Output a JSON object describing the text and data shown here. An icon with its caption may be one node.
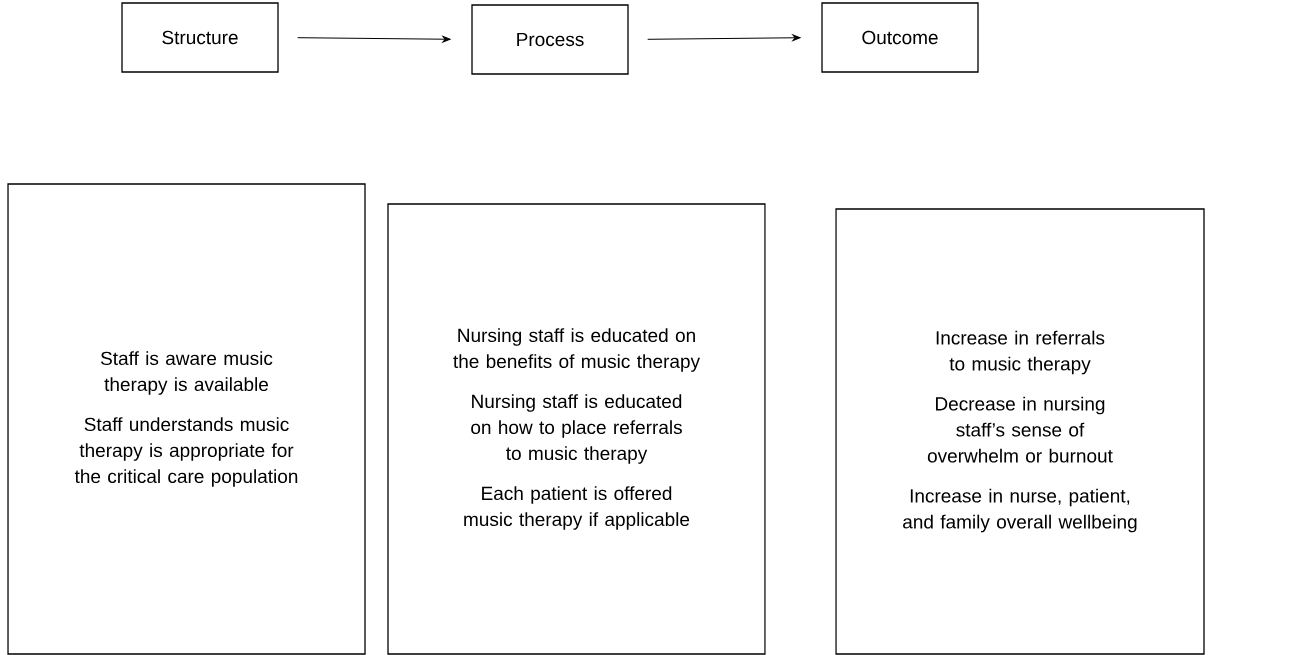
{
  "diagram": {
    "nodes": [
      {
        "text": [
          "Structure"
        ]
      },
      {
        "text": [
          "Process"
        ]
      },
      {
        "text": [
          "Outcome"
        ]
      },
      {
        "text": [
          "Staff is aware music therapy is available",
          "Staff understands music therapy is appropriate for the critical care population"
        ]
      },
      {
        "text": [
          "Nursing staff is educated on the benefits of music therapy",
          "Nursing staff is educated on how to place referrals to music therapy",
          "Each patient is offered music therapy if applicable"
        ]
      },
      {
        "text": [
          "Increase in referrals to music therapy",
          "Decrease in nursing staff’s sense of overwhelm or burnout",
          "Increase in nurse, patient, and family overall wellbeing"
        ]
      }
    ],
    "edges": [
      {
        "from": 0,
        "to": 1,
        "arrow": "to"
      },
      {
        "from": 1,
        "to": 2,
        "arrow": "to"
      }
    ]
  }
}
